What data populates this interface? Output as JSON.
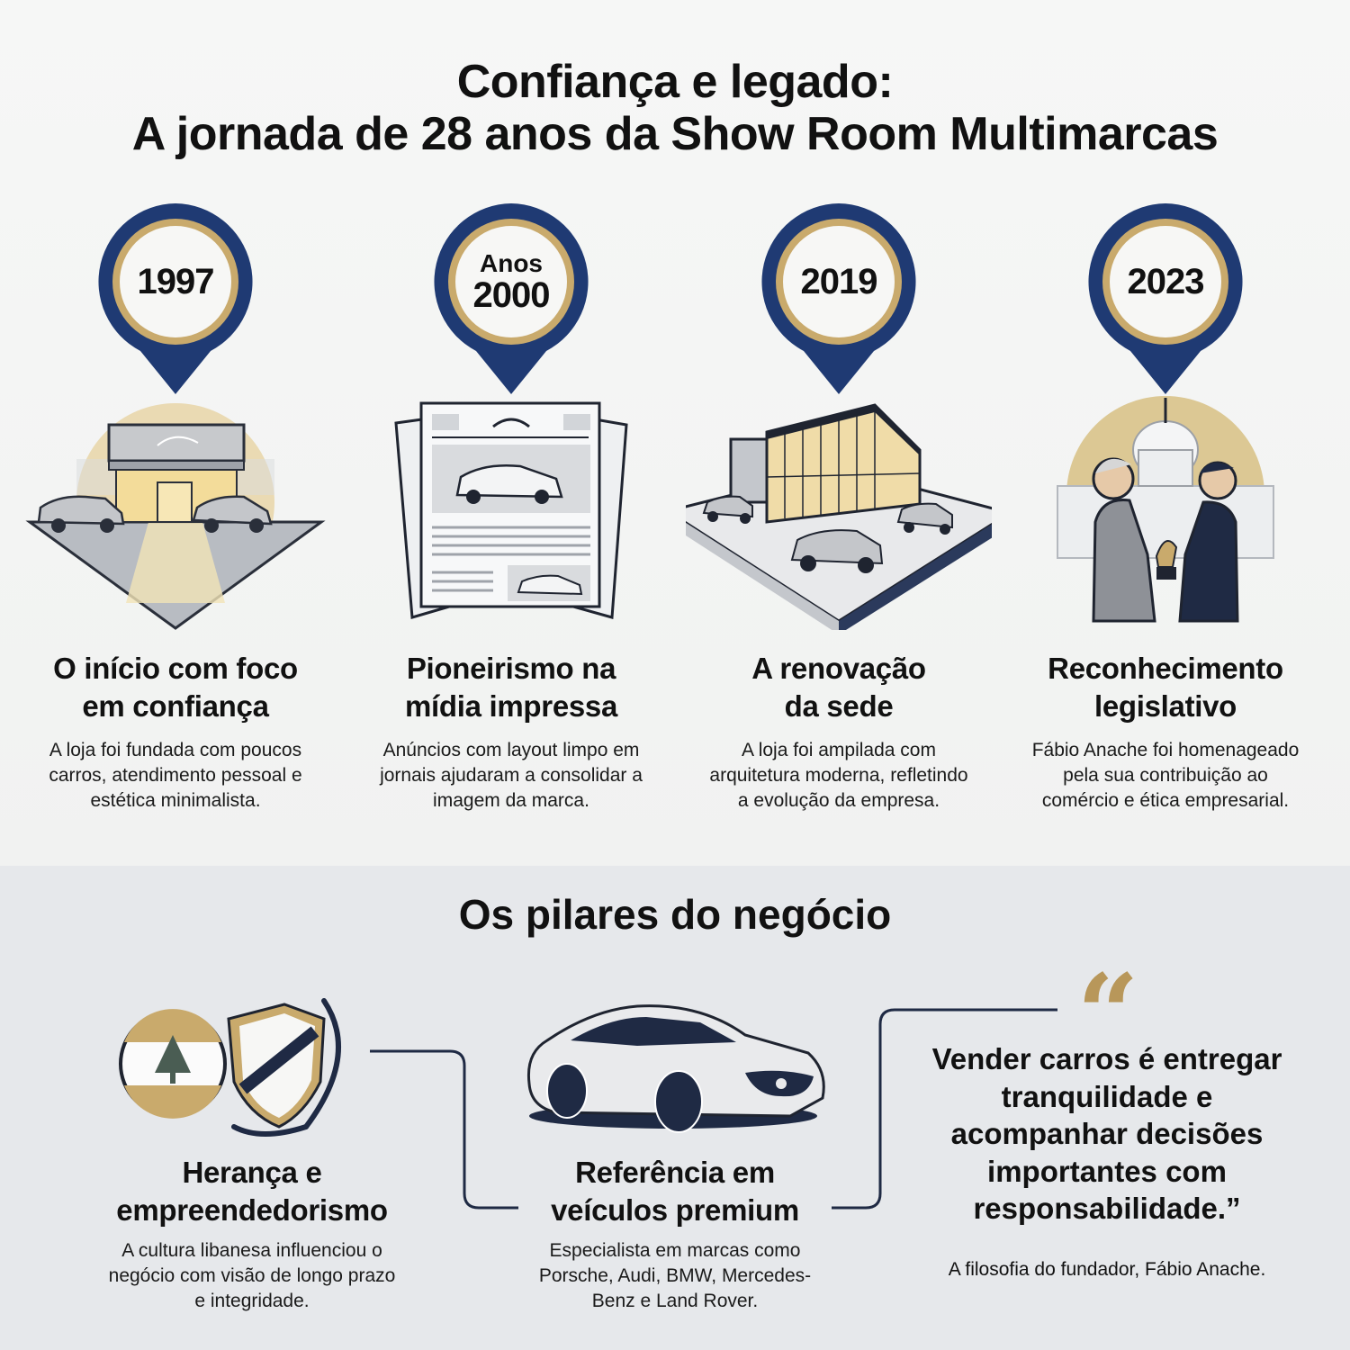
{
  "header": {
    "title_line1": "Confiança e legado:",
    "title_line2": "A jornada de 28 anos da Show Room Multimarcas"
  },
  "colors": {
    "navy": "#1f3a73",
    "gold": "#c9aa6c",
    "quote_gold": "#b8975a",
    "top_bg": "#f3f4f3",
    "bottom_bg": "#e6e8eb"
  },
  "timeline": [
    {
      "year_prefix": "",
      "year": "1997",
      "icon": "storefront-with-cars-icon",
      "title_line1": "O início com foco",
      "title_line2": "em confiança",
      "description": "A loja foi fundada com poucos carros, atendimento pessoal e estética minimalista."
    },
    {
      "year_prefix": "Anos",
      "year": "2000",
      "icon": "newspaper-car-ads-icon",
      "title_line1": "Pioneirismo na",
      "title_line2": "mídia impressa",
      "description": "Anúncios com layout limpo em jornais ajudaram a consolidar a imagem da marca."
    },
    {
      "year_prefix": "",
      "year": "2019",
      "icon": "modern-dealership-icon",
      "title_line1": "A renovação",
      "title_line2": "da sede",
      "description": "A loja foi ampilada com arquitetura moderna, refletindo a evolução da empresa."
    },
    {
      "year_prefix": "",
      "year": "2023",
      "icon": "award-handshake-capitol-icon",
      "title_line1": "Reconhecimento",
      "title_line2": "legislativo",
      "description": "Fábio Anache foi homenageado pela sua contribuição ao comércio e ética empresarial."
    }
  ],
  "pillars_section": {
    "title": "Os pilares do negócio",
    "pillars": [
      {
        "icon": "lebanon-flag-shield-laurel-icon",
        "title_line1": "Herança e",
        "title_line2": "empreendedorismo",
        "description": "A cultura libanesa influenciou o negócio com visão de longo prazo e integridade."
      },
      {
        "icon": "premium-sedan-icon",
        "title_line1": "Referência em",
        "title_line2": "veículos premium",
        "description": "Especialista em marcas como Porsche, Audi, BMW, Mercedes-Benz e Land Rover."
      }
    ],
    "quote": {
      "mark": "“",
      "text": "Vender carros é entregar tranquilidade e acompanhar decisões importantes com responsabilidade.”",
      "attribution": "A filosofia do fundador, Fábio Anache."
    }
  }
}
